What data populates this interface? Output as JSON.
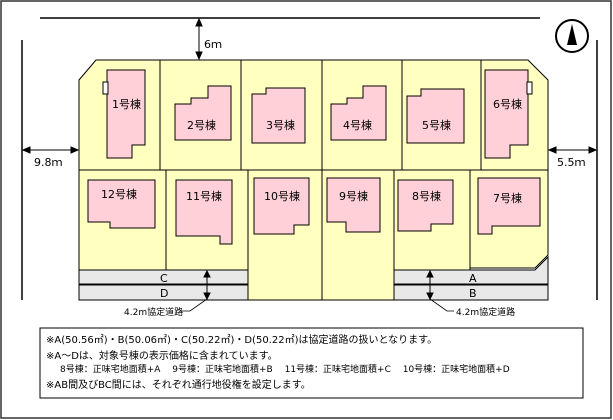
{
  "road_top": "6ｍ",
  "road_left": "9.8ｍ",
  "road_right": "5.5ｍ",
  "agreement_road_left": "4.2m協定道路",
  "agreement_road_right": "4.2m協定道路",
  "strips": {
    "a": "A",
    "b": "B",
    "c": "C",
    "d": "D"
  },
  "lots": {
    "lot1": "1号棟",
    "lot2": "2号棟",
    "lot3": "3号棟",
    "lot4": "4号棟",
    "lot5": "5号棟",
    "lot6": "6号棟",
    "lot7": "7号棟",
    "lot8": "8号棟",
    "lot9": "9号棟",
    "lot10": "10号棟",
    "lot11": "11号棟",
    "lot12": "12号棟"
  },
  "notes": {
    "line1": "※A(50.56㎡)・B(50.06㎡)・C(50.22㎡)・D(50.22㎡)は協定道路の扱いとなります。",
    "line2": "※A～Dは、対象号棟の表示価格に含まれています。",
    "line3": "8号棟：正味宅地面積+A　 9号棟：正味宅地面積+B　 11号棟：正味宅地面積+C　 10号棟：正味宅地面積+D",
    "line4": "※AB間及びBC間には、それぞれ通行地役権を設定します。"
  },
  "colors": {
    "lot_fill": "#ffffc0",
    "house_fill": "#ffd0d8",
    "strip_fill": "#e8e8e8"
  },
  "compass_icon": "north-arrow-icon"
}
